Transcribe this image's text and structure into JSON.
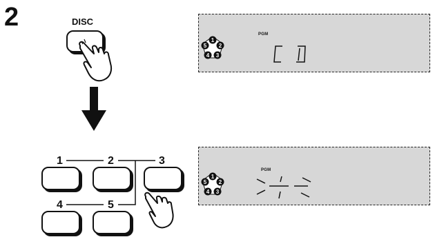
{
  "step_number": "2",
  "disc_button": {
    "label": "DISC"
  },
  "number_keys": [
    "1",
    "2",
    "3",
    "4",
    "5"
  ],
  "display_top": {
    "indicator": "PGM",
    "segment_text": "CD",
    "tray_numbers": [
      "1",
      "2",
      "3",
      "4",
      "5"
    ]
  },
  "display_bottom": {
    "indicator": "PGM",
    "segment_text": "--",
    "tray_numbers": [
      "1",
      "2",
      "3",
      "4",
      "5"
    ]
  },
  "icons": {
    "arrow": "down-arrow-icon",
    "hand": "pressing-hand-icon",
    "tray": "disc-tray-icon"
  }
}
